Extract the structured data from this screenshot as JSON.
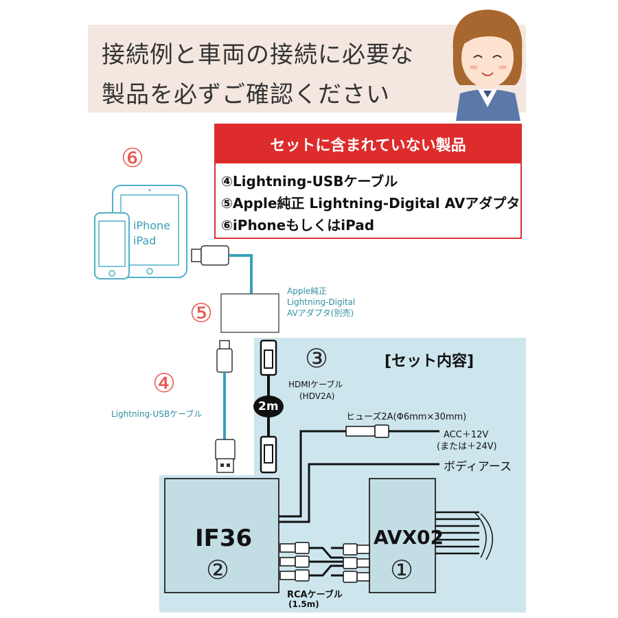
{
  "header": {
    "line1": "接続例と車両の接続に必要な",
    "line2": "製品を必ずご確認ください"
  },
  "not_included": {
    "title": "セットに含まれていない製品",
    "items": [
      "④Lightning-USBケーブル",
      "⑤Apple純正 Lightning-Digital AVアダプタ",
      "⑥iPhoneもしくはiPad"
    ]
  },
  "devices": {
    "number": "⑥",
    "iphone": "iPhone",
    "ipad": "iPad"
  },
  "adapter": {
    "number": "⑤",
    "line1": "Apple純正",
    "line2": "Lightning-Digital",
    "line3": "AVアダプタ(別売)"
  },
  "usb_cable": {
    "number": "④",
    "label": "Lightning-USBケーブル"
  },
  "set_contents": {
    "title": "[セット内容]",
    "hdmi_number": "③",
    "hdmi_label": "HDMIケーブル",
    "hdmi_model": "(HDV2A)",
    "hdmi_length": "2m",
    "fuse": "ヒューズ2A(Φ6mm×30mm)",
    "acc1": "ACC＋12V",
    "acc2": "(または＋24V)",
    "body_earth": "ボディアース",
    "rca_label": "RCAケーブル",
    "rca_length": "(1.5m)"
  },
  "units": {
    "if36_name": "IF36",
    "if36_number": "②",
    "avx02_name": "AVX02",
    "avx02_number": "①"
  },
  "colors": {
    "accent_red": "#de2b2b",
    "teal": "#3aa0b8",
    "light_blue": "#cde6ee",
    "header_bg": "#f3e7df"
  }
}
